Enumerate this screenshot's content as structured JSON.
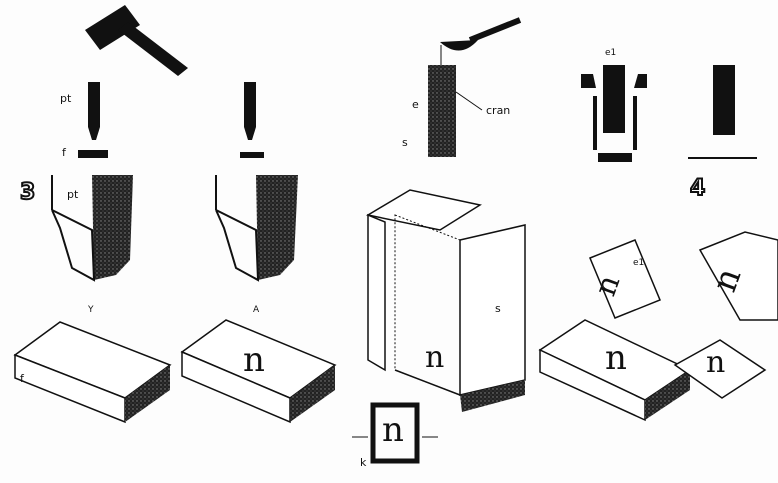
{
  "labels": {
    "step3": "3",
    "step4": "4",
    "punch_top": "pt",
    "punch_detail": "pt",
    "counterpunch": "f",
    "matrix_block": "f",
    "mould_e": "e",
    "mould_s": "s",
    "ladle": "cran",
    "mould_e1_top": "e1",
    "mould_e1_block": "e1",
    "mould_box": "s",
    "key": "k",
    "punch_letter_1": "Y",
    "punch_letter_2": "A",
    "letter": "n"
  }
}
